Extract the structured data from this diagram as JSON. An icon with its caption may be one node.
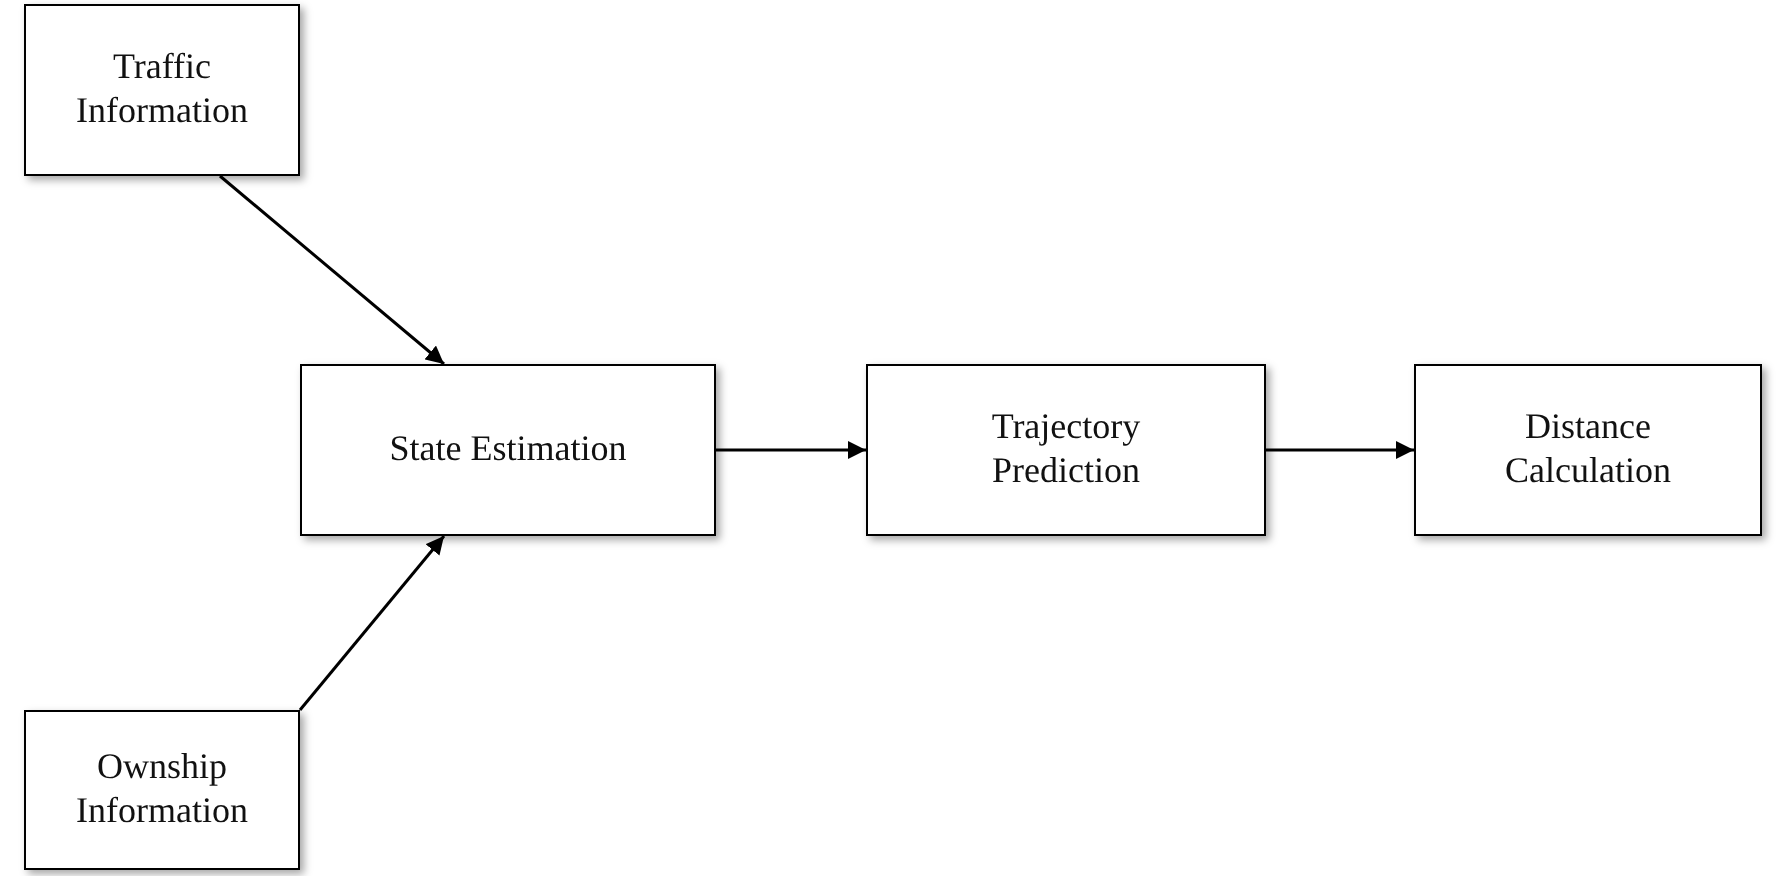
{
  "diagram": {
    "nodes": [
      {
        "text": [
          "Traffic Information"
        ]
      },
      {
        "text": [
          "State Estimation"
        ]
      },
      {
        "text": [
          "Trajectory Prediction"
        ]
      },
      {
        "text": [
          "Distance Calculation"
        ]
      },
      {
        "text": [
          "Ownship Information"
        ]
      }
    ],
    "edges": [
      {
        "from": 0,
        "to": 1,
        "arrow": "to"
      },
      {
        "from": 4,
        "to": 1,
        "arrow": "to"
      },
      {
        "from": 1,
        "to": 2,
        "arrow": "to"
      },
      {
        "from": 2,
        "to": 3,
        "arrow": "to"
      }
    ]
  }
}
